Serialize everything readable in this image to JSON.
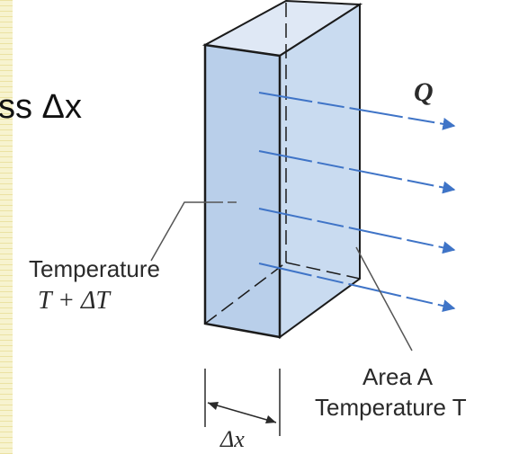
{
  "slide": {
    "clipped_heading": "ss Δx"
  },
  "diagram": {
    "heat_flow_label": "Q",
    "hot_face_label_line1": "Temperature",
    "hot_face_label_line2": "T + ΔT",
    "area_label": "Area A",
    "cold_face_label": "Temperature T",
    "thickness_label": "Δx",
    "colors": {
      "slab_fill": "#c6d8ef",
      "slab_stroke": "#1b1b1b",
      "arrow": "#3f74c7",
      "leader": "#555555"
    }
  }
}
